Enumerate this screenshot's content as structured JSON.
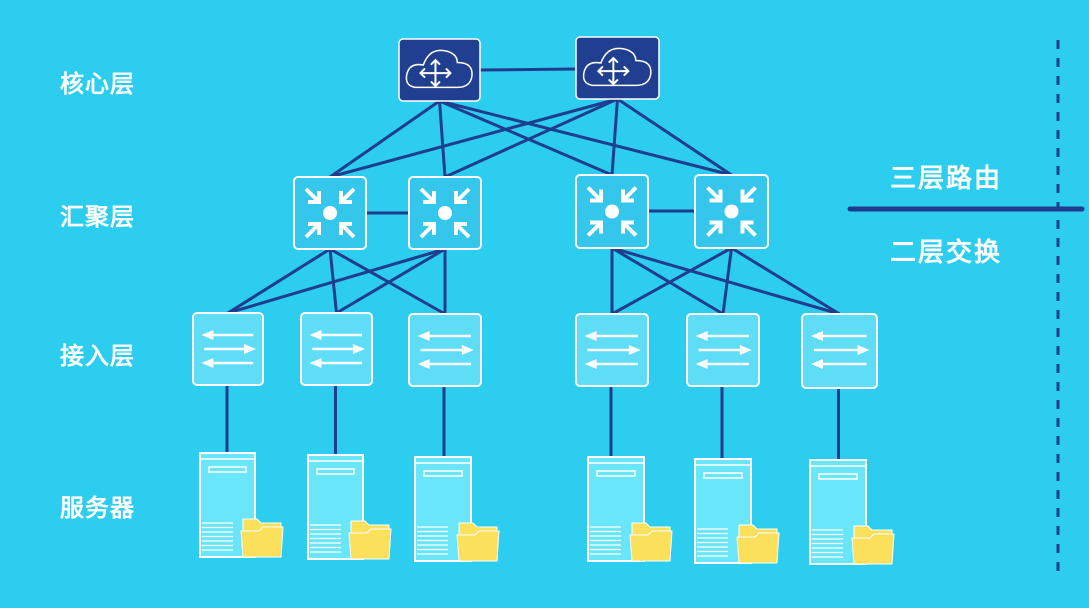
{
  "layers": {
    "core": "核心层",
    "aggregation": "汇聚层",
    "access": "接入层",
    "servers": "服务器"
  },
  "boundary": {
    "above": "三层路由",
    "below": "二层交换"
  },
  "colors": {
    "background": "#2ccdee",
    "link": "#1f3d8f",
    "core_fill": "#213f91",
    "agg_fill": "#35c6ec",
    "access_fill": "#5fdcf6",
    "server_fill": "#6ae6fb",
    "folder": "#fbe05c"
  }
}
